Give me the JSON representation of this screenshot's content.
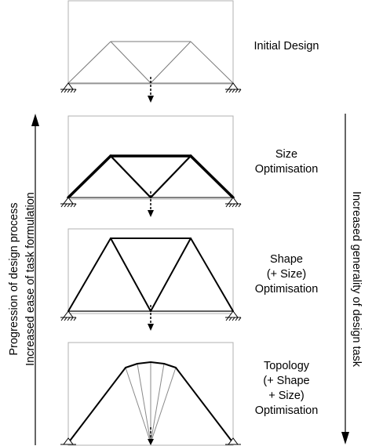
{
  "stages": [
    {
      "id": "initial",
      "label_lines": [
        "Initial Design"
      ]
    },
    {
      "id": "size",
      "label_lines": [
        "Size",
        "Optimisation"
      ]
    },
    {
      "id": "shape",
      "label_lines": [
        "Shape",
        "(+ Size)",
        "Optimisation"
      ]
    },
    {
      "id": "topology",
      "label_lines": [
        "Topology",
        "(+ Shape",
        "+ Size)",
        "Optimisation"
      ]
    }
  ],
  "left_axis": {
    "line1": "Progression of design process",
    "line2": "Increased ease of task formulation"
  },
  "right_axis": {
    "text": "Increased generality of design task"
  }
}
